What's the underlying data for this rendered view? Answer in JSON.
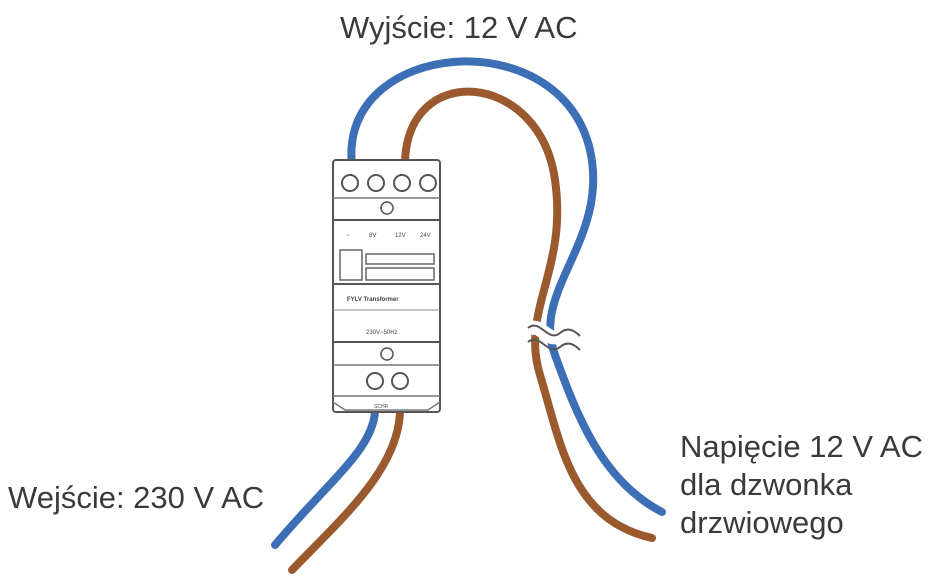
{
  "labels": {
    "output": "Wyjście: 12 V AC",
    "input": "Wejście: 230 V AC",
    "bell_line1": "Napięcie 12 V AC",
    "bell_line2": "dla dzwonka",
    "bell_line3": "drzwiowego"
  },
  "device": {
    "terminal_labels": [
      "~",
      "8V",
      "12V",
      "24V"
    ],
    "nameplate": "FYLV Transformer",
    "rating": "230V~50Hz",
    "bottom_text": "SCHR"
  },
  "colors": {
    "wire_blue": "#3c6fb6",
    "wire_brown": "#9a5a2e",
    "text": "#3a3a3a",
    "device_outline": "#555555"
  }
}
